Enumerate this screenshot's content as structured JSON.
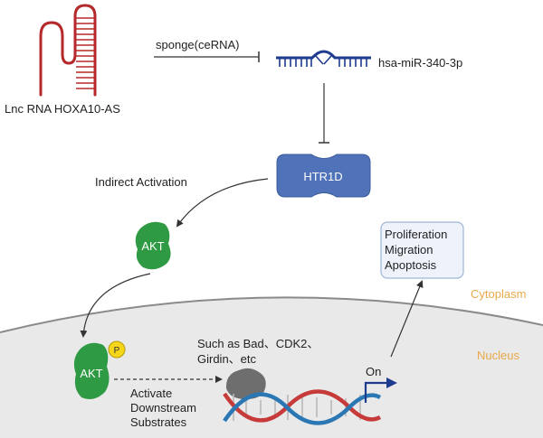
{
  "labels": {
    "lncrna": "Lnc RNA HOXA10-AS",
    "sponge": "sponge(ceRNA)",
    "mirna": "hsa-miR-340-3p",
    "htr1d": "HTR1D",
    "indirect_activation": "Indirect Activation",
    "akt": "AKT",
    "akt_phospho": "AKT",
    "phospho": "P",
    "substrates": "Such as Bad、CDK2、",
    "substrates_cont": "Girdin、etc",
    "activate_1": "Activate",
    "activate_2": "Downstream",
    "activate_3": "Substrates",
    "on": "On",
    "cytoplasm": "Cytoplasm",
    "nucleus": "Nucleus",
    "outcome_1": "Proliferation",
    "outcome_2": "Migration",
    "outcome_3": "Apoptosis"
  },
  "colors": {
    "rna_red": "#b5282b",
    "mirna_blue": "#1d3b8f",
    "receptor_blue": "#4f72b8",
    "akt_green": "#2f9a44",
    "phospho_yellow": "#f5d61a",
    "nucleus_gray": "#e9e9e9",
    "compartment_label": "#e8a94a",
    "dna_red": "#c73a3a",
    "dna_blue": "#2a77b4",
    "outcome_box_fill": "#eef3fb",
    "outcome_box_border": "#9fb6d6"
  }
}
